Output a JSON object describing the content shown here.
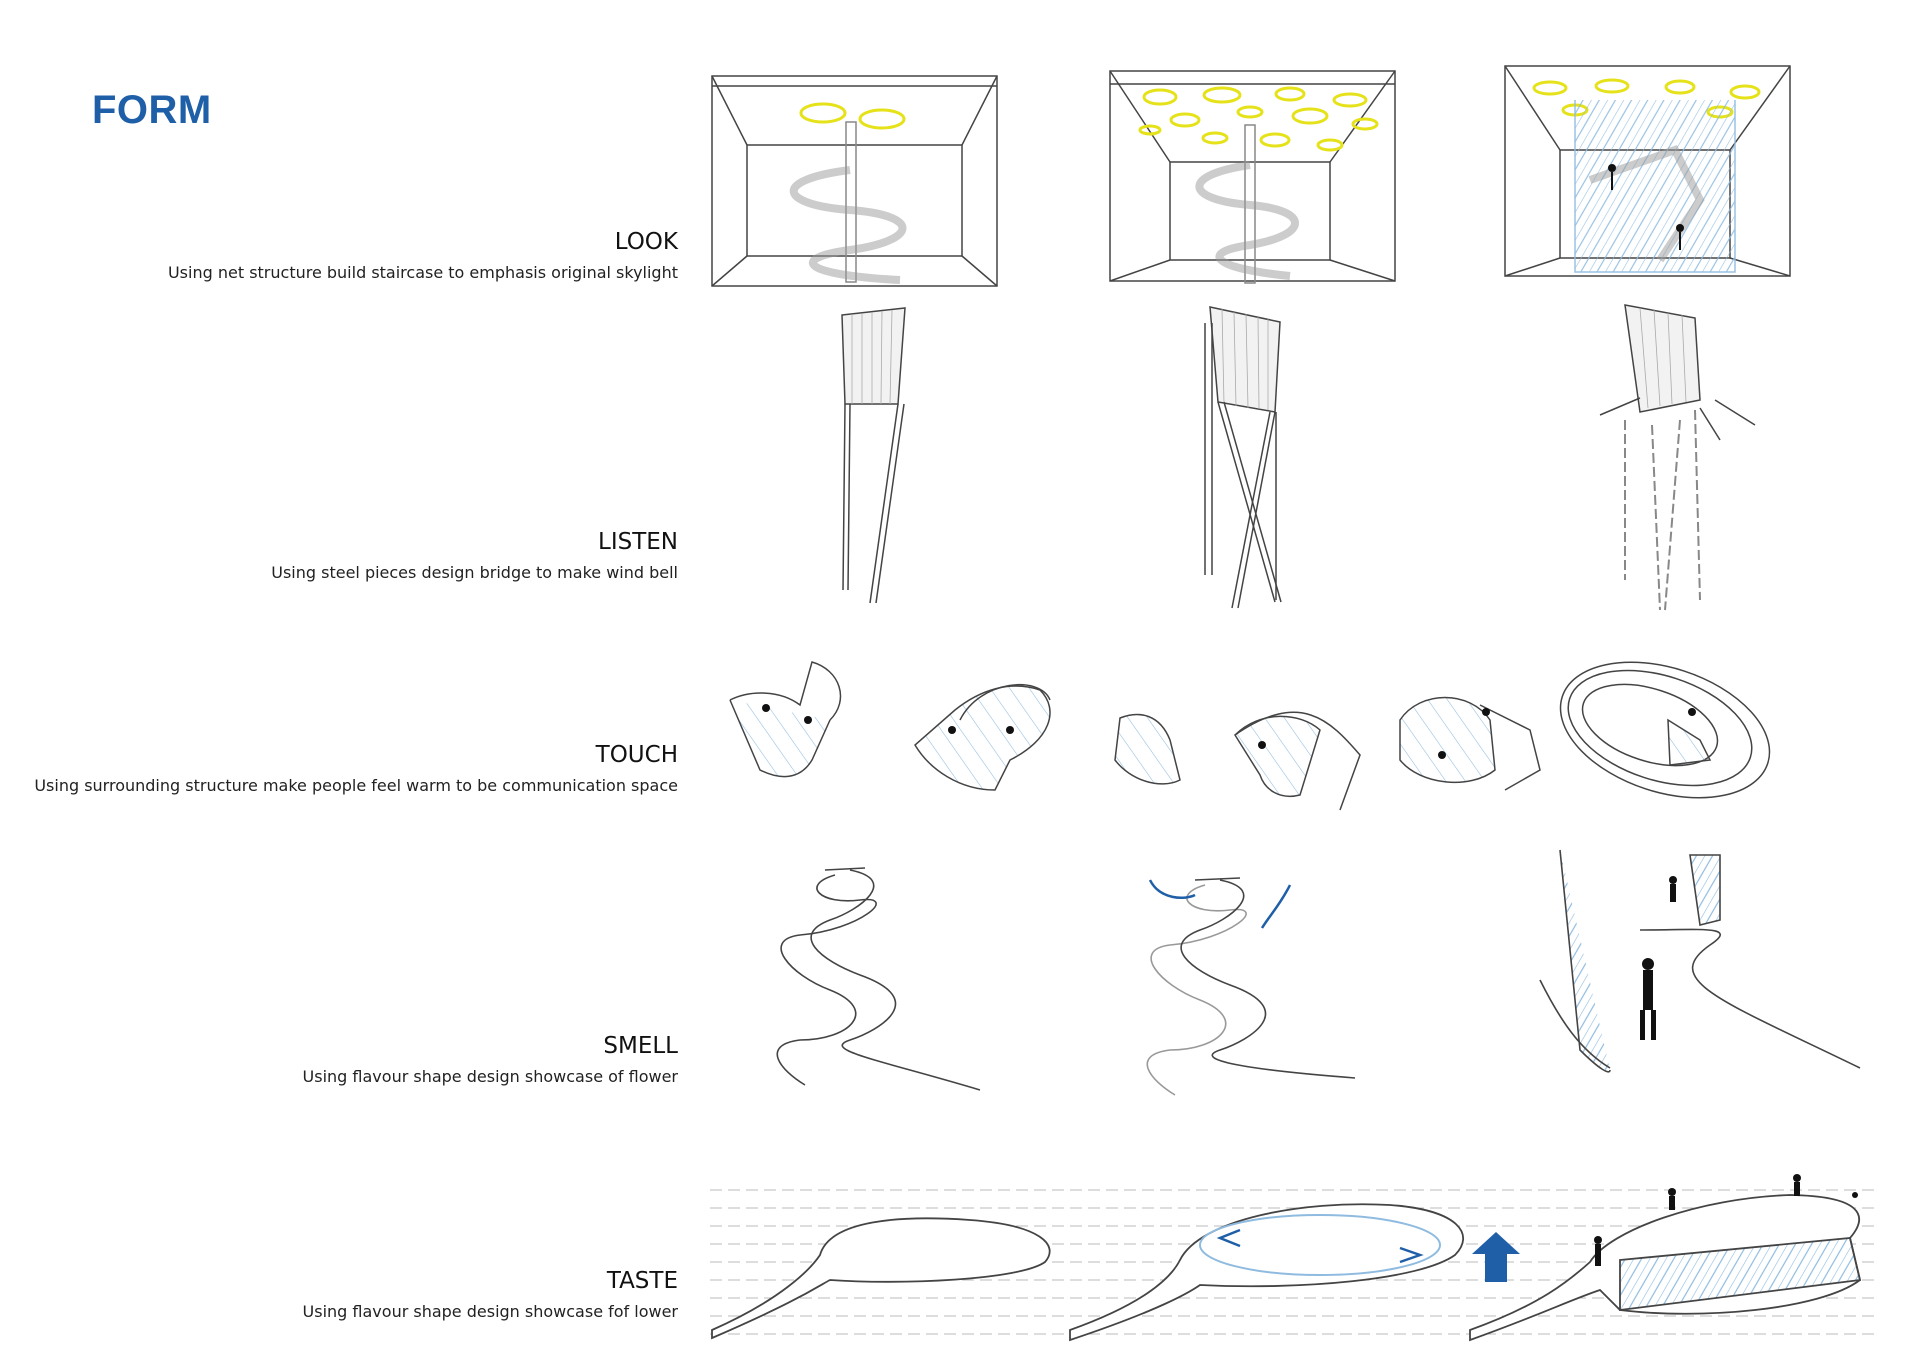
{
  "page": {
    "title": "FORM"
  },
  "senses": [
    {
      "heading": "LOOK",
      "description": "Using net structure build staircase to emphasis original skylight"
    },
    {
      "heading": "LISTEN",
      "description": "Using steel pieces design bridge to make wind bell"
    },
    {
      "heading": "TOUCH",
      "description": "Using surrounding structure make people feel warm to be communication space"
    },
    {
      "heading": "SMELL",
      "description": "Using flavour shape design showcase of flower"
    },
    {
      "heading": "TASTE",
      "description": "Using flavour shape design showcase fof lower"
    }
  ],
  "colors": {
    "title": "#1f5fa8",
    "net": "#8fbbe0",
    "skylight": "#e6e21a",
    "line": "#444444",
    "arrow": "#1f5fa8"
  }
}
